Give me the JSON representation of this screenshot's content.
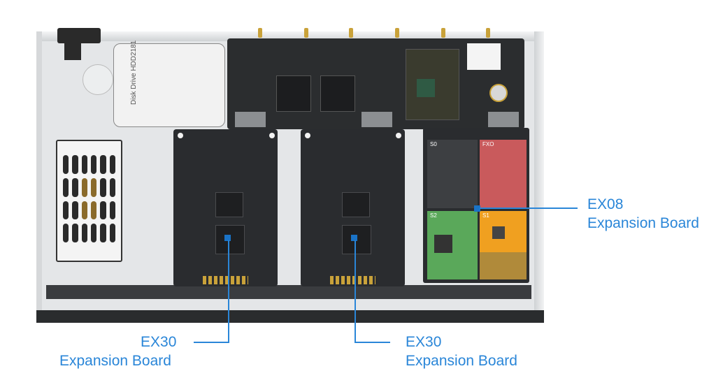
{
  "hdd": {
    "label": "Disk Drive HDD2181"
  },
  "ex08_modules": [
    {
      "label": "S0",
      "color": "#3d3f42"
    },
    {
      "label": "FXO",
      "color": "#c95a5c"
    },
    {
      "label": "S2",
      "color": "#5aa85a"
    },
    {
      "label": "S1",
      "color": "#f0a020"
    }
  ],
  "callouts": {
    "ex08": {
      "model": "EX08",
      "desc": "Expansion Board"
    },
    "ex30_left": {
      "model": "EX30",
      "desc": "Expansion Board"
    },
    "ex30_right": {
      "model": "EX30",
      "desc": "Expansion Board"
    }
  },
  "colors": {
    "accent": "#2a86d8",
    "marker": "#1a73c7"
  }
}
